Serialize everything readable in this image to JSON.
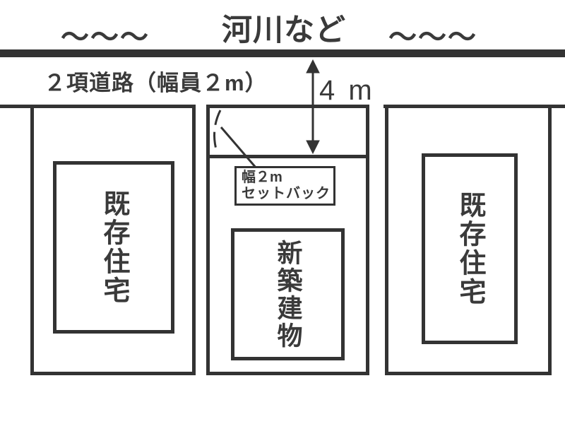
{
  "diagram": {
    "title": {
      "wave_left": "～～～",
      "river_label": "河川など",
      "wave_right": "～～～"
    },
    "road": {
      "label": "２項道路（幅員２m）",
      "width_label": "4 m"
    },
    "setback_callout": {
      "line1": "幅２m",
      "line2": "セットバック"
    },
    "lots": {
      "left_building": "既存住宅",
      "center_building": "新築建物",
      "right_building": "既存住宅"
    },
    "colors": {
      "ink": "#333333",
      "background": "#ffffff"
    }
  }
}
